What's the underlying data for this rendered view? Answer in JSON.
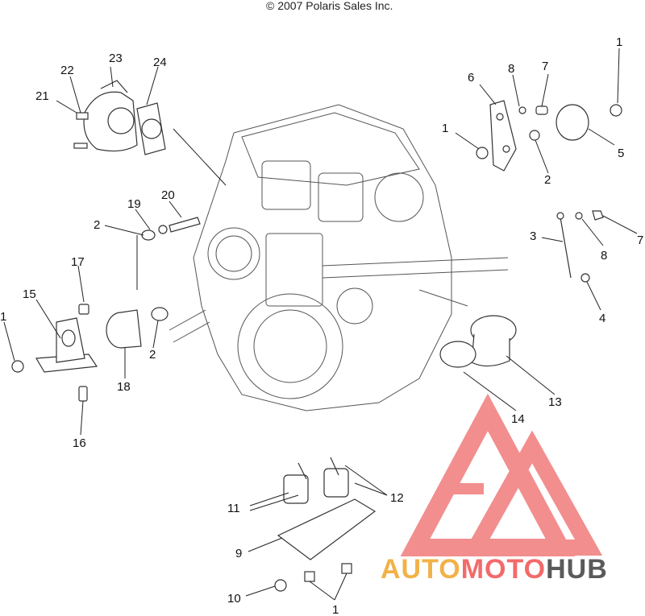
{
  "copyright": "© 2007 Polaris Sales Inc.",
  "watermark": {
    "part1": "AUTO",
    "part2": "MOTO",
    "part3": "HUB",
    "colors": {
      "auto": "#f2b248",
      "moto": "#f36a6a",
      "hub": "#5a5a5a",
      "logo": "#f07b7b"
    }
  },
  "callouts": {
    "c1_top_right": "1",
    "c1_right_bracket": "1",
    "c1_left": "1",
    "c1_bottom": "1",
    "c2_right_bracket": "2",
    "c2_left_upper": "2",
    "c2_left_lower": "2",
    "c3": "3",
    "c4": "4",
    "c5": "5",
    "c6": "6",
    "c7_top": "7",
    "c7_right": "7",
    "c8_top": "8",
    "c8_right": "8",
    "c9": "9",
    "c10": "10",
    "c11": "11",
    "c12": "12",
    "c13": "13",
    "c14": "14",
    "c15": "15",
    "c16": "16",
    "c17": "17",
    "c18": "18",
    "c19": "19",
    "c20": "20",
    "c21": "21",
    "c22": "22",
    "c23": "23",
    "c24": "24"
  }
}
